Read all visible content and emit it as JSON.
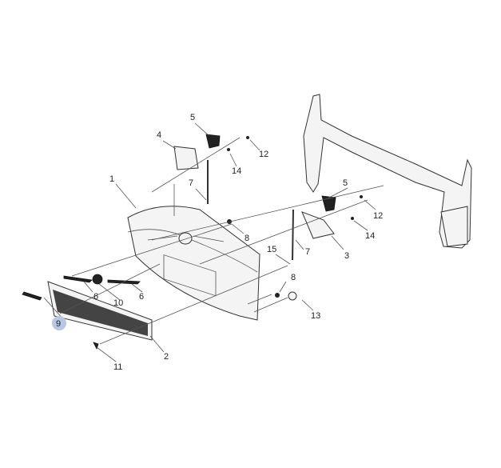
{
  "diagram": {
    "title": "Front grille panel exploded view",
    "highlight_color": "#b8c8e4",
    "highlighted_callout": "9",
    "callouts": [
      "1",
      "2",
      "3",
      "4",
      "5",
      "5",
      "6",
      "6",
      "7",
      "7",
      "8",
      "8",
      "9",
      "10",
      "11",
      "12",
      "12",
      "13",
      "14",
      "14",
      "15"
    ]
  }
}
